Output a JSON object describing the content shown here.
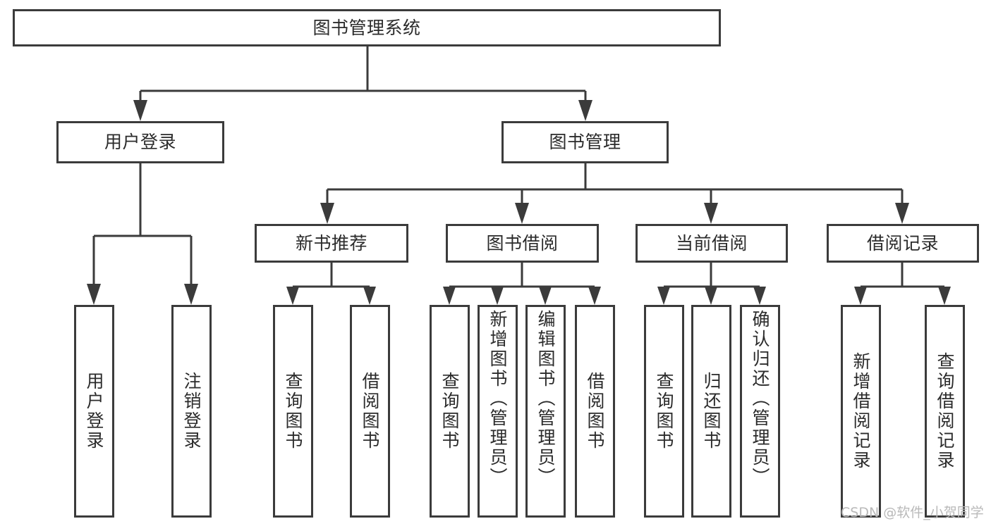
{
  "diagram": {
    "title": "图书管理系统",
    "type": "functional-structure-tree",
    "colors": {
      "box_border": "#3b3b3b",
      "line": "#3b3b3b",
      "text": "#2b2b2b",
      "background": "#ffffff",
      "watermark": "#b9b9b9"
    },
    "root": {
      "label": "图书管理系统"
    },
    "level2": [
      {
        "label": "用户登录"
      },
      {
        "label": "图书管理"
      }
    ],
    "level3": [
      {
        "label": "新书推荐"
      },
      {
        "label": "图书借阅"
      },
      {
        "label": "当前借阅"
      },
      {
        "label": "借阅记录"
      }
    ],
    "leaves": {
      "user_login": [
        {
          "label": "用户登录"
        },
        {
          "label": "注销登录"
        }
      ],
      "new_book_recommend": [
        {
          "label": "查询图书"
        },
        {
          "label": "借阅图书"
        }
      ],
      "book_borrow": [
        {
          "label": "查询图书"
        },
        {
          "label": "新增图书（管理员）"
        },
        {
          "label": "编辑图书（管理员）"
        },
        {
          "label": "借阅图书"
        }
      ],
      "current_borrow": [
        {
          "label": "查询图书"
        },
        {
          "label": "归还图书"
        },
        {
          "label": "确认归还（管理员）"
        }
      ],
      "borrow_record": [
        {
          "label": "新增借阅记录"
        },
        {
          "label": "查询借阅记录"
        }
      ]
    }
  },
  "watermark": {
    "text": "CSDN @软件_小贺同学"
  }
}
